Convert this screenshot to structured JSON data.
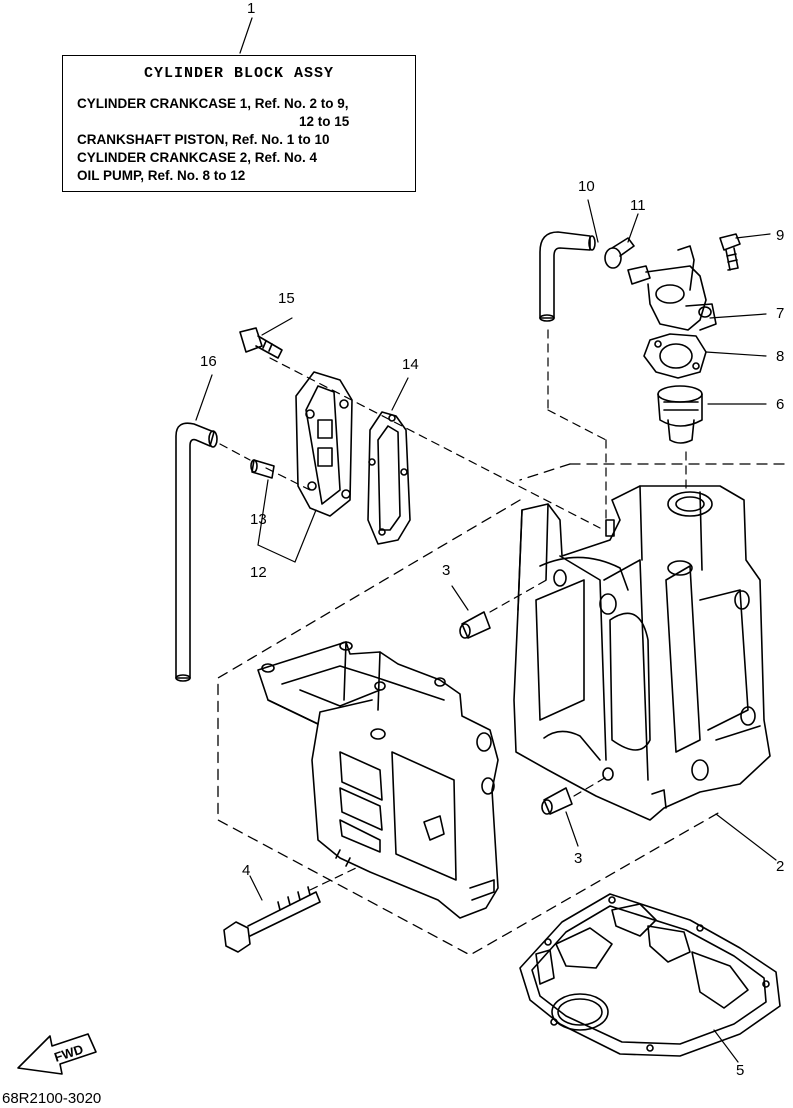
{
  "legend": {
    "title": "CYLINDER BLOCK ASSY",
    "lines": [
      "CYLINDER CRANKCASE 1, Ref. No. 2 to 9,",
      "12 to 15",
      "CRANKSHAFT PISTON, Ref. No. 1 to 10",
      "CYLINDER CRANKCASE 2, Ref. No. 4",
      "OIL PUMP, Ref. No. 8 to 12"
    ]
  },
  "callouts": {
    "c1": "1",
    "c2": "2",
    "c3a": "3",
    "c3b": "3",
    "c4": "4",
    "c5": "5",
    "c6": "6",
    "c7": "7",
    "c8": "8",
    "c9": "9",
    "c10": "10",
    "c11": "11",
    "c12": "12",
    "c13": "13",
    "c14": "14",
    "c15": "15",
    "c16": "16"
  },
  "fwd_label": "FWD",
  "drawing_number": "68R2100-3020"
}
